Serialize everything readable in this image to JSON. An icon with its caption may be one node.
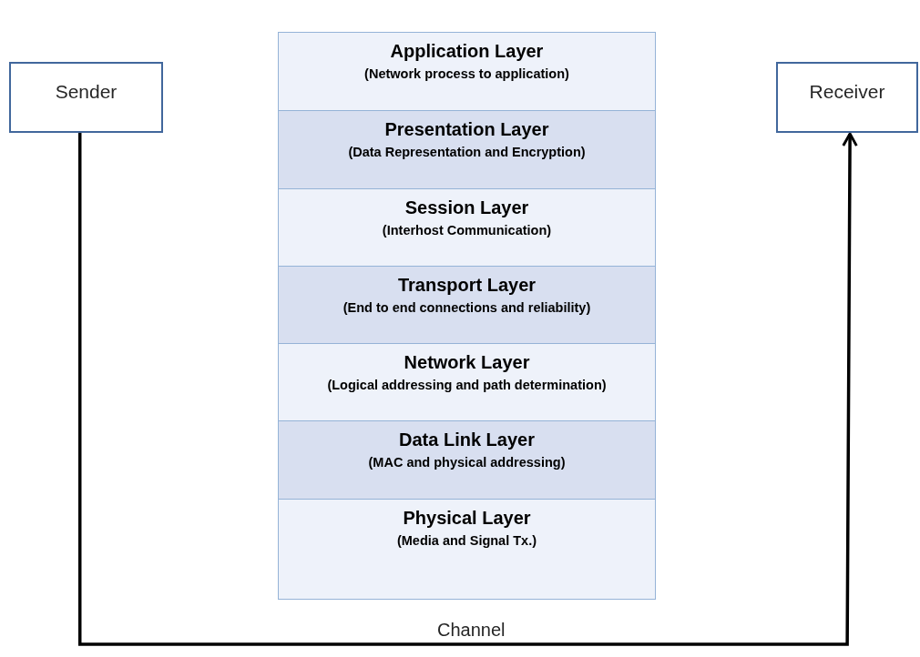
{
  "diagram": {
    "nodes": [
      {
        "text": [
          "Sender"
        ]
      },
      {
        "text": [
          "Receiver"
        ]
      },
      {
        "text": [
          "Application Layer",
          "(Network process to application)"
        ]
      },
      {
        "text": [
          "Presentation Layer",
          "(Data Representation and Encryption)"
        ]
      },
      {
        "text": [
          "Session Layer",
          "(Interhost Communication)"
        ]
      },
      {
        "text": [
          "Transport Layer",
          "(End to end connections and reliability)"
        ]
      },
      {
        "text": [
          "Network Layer",
          "(Logical addressing and path determination)"
        ]
      },
      {
        "text": [
          "Data Link Layer",
          "(MAC and physical addressing)"
        ]
      },
      {
        "text": [
          "Physical Layer",
          "(Media and Signal Tx.)"
        ]
      }
    ],
    "edges": [
      {
        "from": 0,
        "to": 1,
        "arrow": "to",
        "label": "Channel"
      }
    ]
  }
}
